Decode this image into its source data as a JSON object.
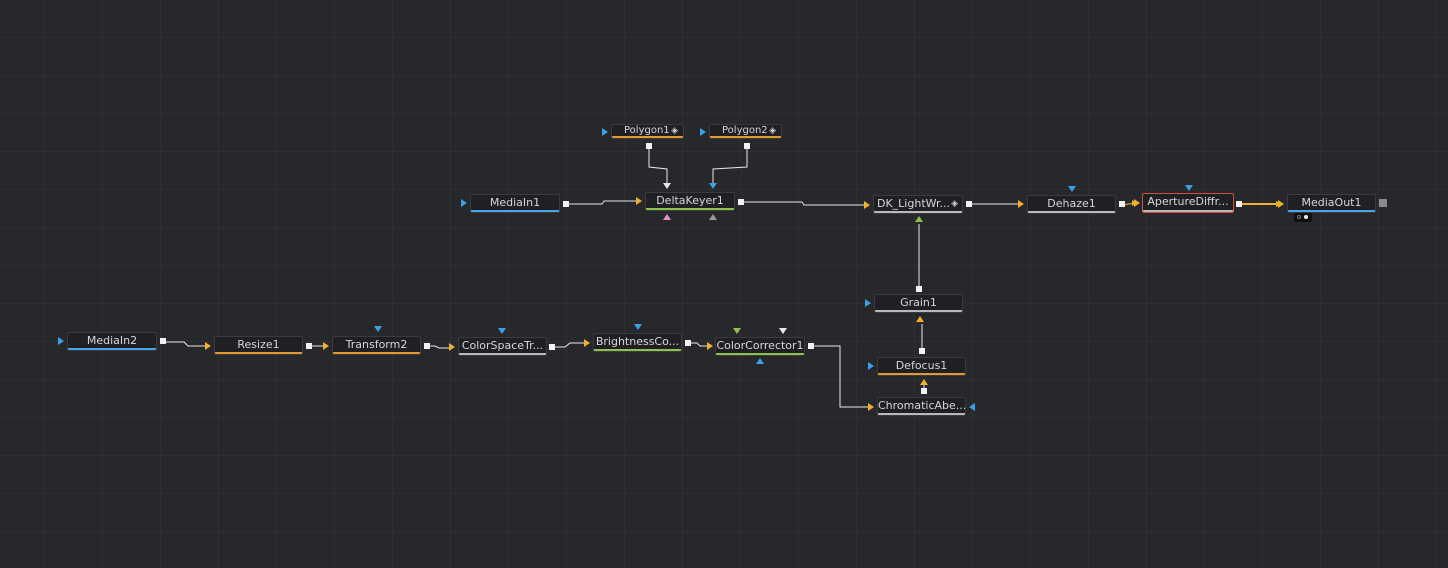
{
  "nodes": {
    "polygon1": {
      "label": "Polygon1",
      "bar": "#e39a2c"
    },
    "polygon2": {
      "label": "Polygon2",
      "bar": "#e39a2c"
    },
    "mediain1": {
      "label": "MediaIn1",
      "bar": "#4aa6e8"
    },
    "deltakeyer1": {
      "label": "DeltaKeyer1",
      "bar": "#8fc24a"
    },
    "dk_lightwrap": {
      "label": "DK_LightWr...",
      "bar": "#b9b9b9"
    },
    "dehaze1": {
      "label": "Dehaze1",
      "bar": "#b9b9b9"
    },
    "aperturediffraction": {
      "label": "ApertureDiffr...",
      "bar": "#b9b9b9"
    },
    "mediaout1": {
      "label": "MediaOut1",
      "bar": "#4aa6e8"
    },
    "grain1": {
      "label": "Grain1",
      "bar": "#b9b9b9"
    },
    "defocus1": {
      "label": "Defocus1",
      "bar": "#e39a2c"
    },
    "chromaticaberration": {
      "label": "ChromaticAbe...",
      "bar": "#b9b9b9"
    },
    "mediain2": {
      "label": "MediaIn2",
      "bar": "#4aa6e8"
    },
    "resize1": {
      "label": "Resize1",
      "bar": "#e39a2c"
    },
    "transform2": {
      "label": "Transform2",
      "bar": "#e39a2c"
    },
    "colorspacetransform": {
      "label": "ColorSpaceTr...",
      "bar": "#b9b9b9"
    },
    "brightnesscontrast": {
      "label": "BrightnessCo...",
      "bar": "#8fc24a"
    },
    "colorcorrector1": {
      "label": "ColorCorrector1",
      "bar": "#8fc24a"
    }
  },
  "colors": {
    "background": "#27282b",
    "wire": "#e8e8e8",
    "wire_highlight": "#f2b12a",
    "input_blue": "#3aa0e8",
    "input_yellow": "#f2b12a",
    "input_green": "#8fc24a",
    "input_pink": "#e88fd0",
    "input_grey": "#9a9a9a",
    "input_white": "#e8e8e8",
    "selected_border": "#d0503a"
  },
  "icons": {
    "keyframe": "◈"
  }
}
